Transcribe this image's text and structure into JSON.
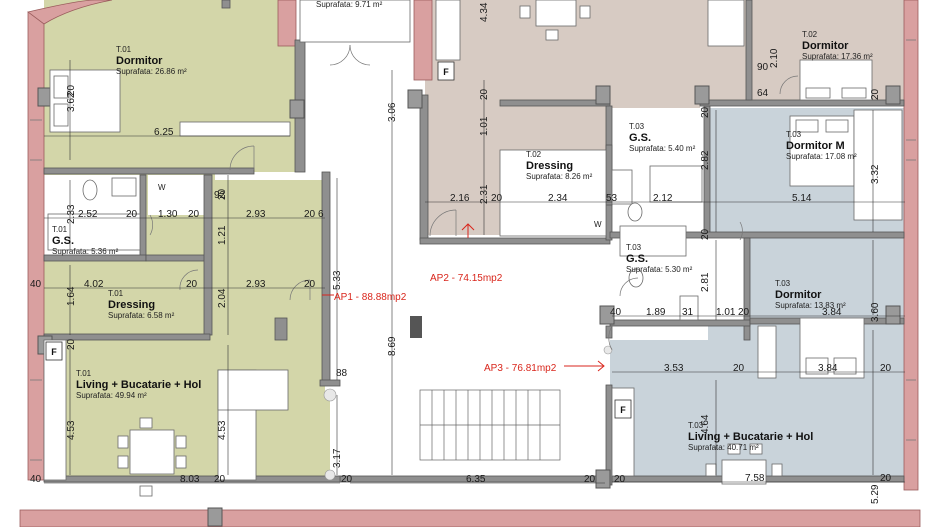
{
  "colors": {
    "apartment1_floor": "#d3d6a9",
    "apartment2_floor": "#d7cbc3",
    "apartment3_floor": "#c9d3da",
    "bathroom_floor": "#ffffff",
    "wall": "#8f8f8f",
    "exterior_wall": "#d9a0a0",
    "apartment_label": "#d9261c"
  },
  "apartments": [
    {
      "id": "ap1",
      "label": "AP1 - 88.88mp2"
    },
    {
      "id": "ap2",
      "label": "AP2 - 74.15mp2"
    },
    {
      "id": "ap3",
      "label": "AP3 - 76.81mp2"
    }
  ],
  "rooms": {
    "t01_dormitor": {
      "code": "T.01",
      "name": "Dormitor",
      "area": "Suprafata: 26.86 m²"
    },
    "t01_gs": {
      "code": "T.01",
      "name": "G.S.",
      "area": "Suprafata: 5.36 m²"
    },
    "t01_dressing": {
      "code": "T.01",
      "name": "Dressing",
      "area": "Suprafata: 6.58 m²"
    },
    "t01_living": {
      "code": "T.01",
      "name": "Living + Bucatarie + Hol",
      "area": "Suprafata: 49.94 m²"
    },
    "top_room": {
      "area": "Suprafata: 9.71 m²"
    },
    "t02_dormitor": {
      "code": "T.02",
      "name": "Dormitor",
      "area": "Suprafata: 17.36 m²"
    },
    "t02_dressing": {
      "code": "T.02",
      "name": "Dressing",
      "area": "Suprafata: 8.26 m²"
    },
    "t03_gs_upper": {
      "code": "T.03",
      "name": "G.S.",
      "area": "Suprafata: 5.40 m²"
    },
    "t03_dormitor_m": {
      "code": "T.03",
      "name": "Dormitor M",
      "area": "Suprafata: 17.08 m²"
    },
    "t03_gs_lower": {
      "code": "T.03",
      "name": "G.S.",
      "area": "Suprafata: 5.30 m²"
    },
    "t03_dormitor": {
      "code": "T.03",
      "name": "Dormitor",
      "area": "Suprafata: 13.83 m²"
    },
    "t03_living": {
      "code": "T.03",
      "name": "Living + Bucatarie + Hol",
      "area": "Suprafata: 40.71 m²"
    }
  },
  "f_label": "F",
  "w_label": "W",
  "dimensions": {
    "d625": "6.25",
    "d252": "2.52",
    "d130": "1.30",
    "d293a": "2.93",
    "d402": "4.02",
    "d293b": "2.93",
    "d803": "8.03",
    "d635": "6.35",
    "d216": "2.16",
    "d234": "2.34",
    "d212": "2.12",
    "d514": "5.14",
    "d189": "1.89",
    "d101": "1.01",
    "d384a": "3.84",
    "d353": "3.53",
    "d384b": "3.84",
    "d758": "7.58",
    "d88": "88",
    "d20": "20",
    "d40": "40",
    "d53": "53",
    "d31": "31",
    "d92": "92",
    "d6": "6",
    "d90": "90",
    "d64": "64",
    "v362": "3.62",
    "v233": "2.33",
    "v121": "1.21",
    "v164": "1.64",
    "v204": "2.04",
    "v533": "5.33",
    "v453a": "4.53",
    "v453b": "4.53",
    "v317": "3.17",
    "v306": "3.06",
    "v869": "8.69",
    "v101": "1.01",
    "v231": "2.31",
    "v434": "4.34",
    "v210": "2.10",
    "v282": "2.82",
    "v332": "3.32",
    "v281": "2.81",
    "v360": "3.60",
    "v464": "4.64",
    "v529": "5.29"
  }
}
